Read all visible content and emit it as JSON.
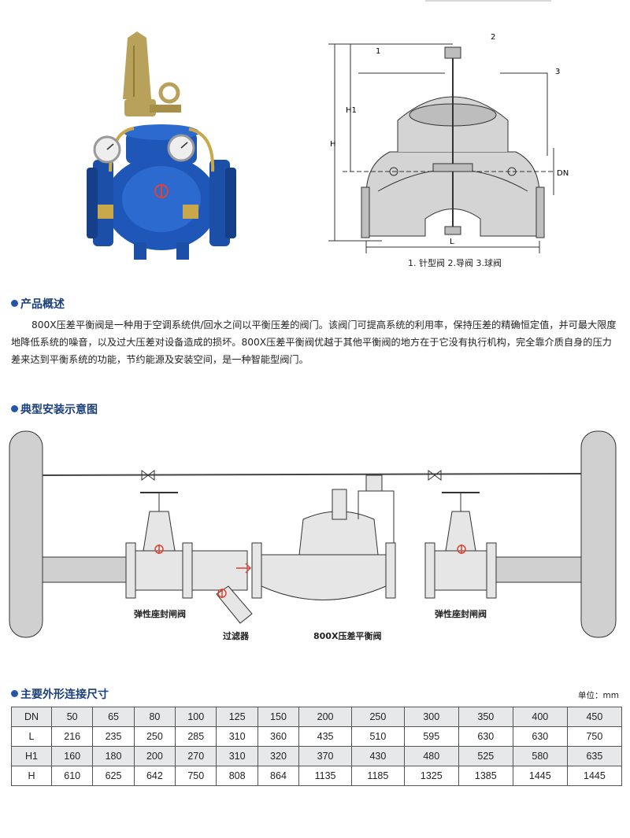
{
  "drawing_legend": "1. 针型阀  2.导阀  3.球阀",
  "drawing_labels": {
    "callout_1": "1",
    "callout_2": "2",
    "callout_3": "3",
    "H": "H",
    "H1": "H1",
    "DN": "DN",
    "L": "L"
  },
  "product_overview": {
    "title": "产品概述",
    "text": "800X压差平衡阀是一种用于空调系统供/回水之间以平衡压差的阀门。该阀门可提高系统的利用率，保持压差的精确恒定值，并可最大限度地降低系统的噪音，以及过大压差对设备造成的损坏。800X压差平衡阀优越于其他平衡阀的地方在于它没有执行机构，完全靠介质自身的压力差来达到平衡系统的功能，节约能源及安装空间，是一种智能型阀门。"
  },
  "installation": {
    "title": "典型安装示意图",
    "label_left_valve": "弹性座封闸阀",
    "label_filter": "过滤器",
    "label_balance_valve": "800X压差平衡阀",
    "label_right_valve": "弹性座封闸阀"
  },
  "dimensions": {
    "title": "主要外形连接尺寸",
    "unit": "单位：mm",
    "rows": [
      {
        "head": "DN",
        "values": [
          "50",
          "65",
          "80",
          "100",
          "125",
          "150",
          "200",
          "250",
          "300",
          "350",
          "400",
          "450"
        ]
      },
      {
        "head": "L",
        "values": [
          "216",
          "235",
          "250",
          "285",
          "310",
          "360",
          "435",
          "510",
          "595",
          "630",
          "630",
          "750"
        ]
      },
      {
        "head": "H1",
        "values": [
          "160",
          "180",
          "200",
          "270",
          "310",
          "320",
          "370",
          "430",
          "480",
          "525",
          "580",
          "635"
        ]
      },
      {
        "head": "H",
        "values": [
          "610",
          "625",
          "642",
          "750",
          "808",
          "864",
          "1135",
          "1185",
          "1325",
          "1385",
          "1445",
          "1445"
        ]
      }
    ]
  },
  "colors": {
    "valve_blue": "#1f57b8",
    "brass": "#b8a15a",
    "accent_blue": "#2257a8",
    "pipe_gray": "#c9c9c9"
  },
  "icons": [
    "valve-photo",
    "valve-section-drawing",
    "installation-diagram"
  ]
}
